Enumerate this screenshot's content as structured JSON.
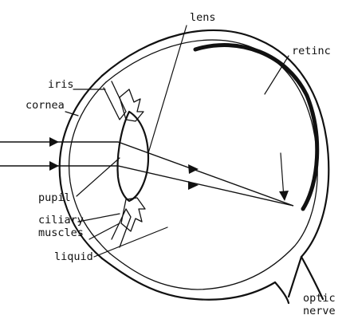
{
  "labels": {
    "lens": "lens",
    "retina": "retinc",
    "iris": "iris",
    "cornea": "cornea",
    "pupil": "pupil",
    "ciliary_muscles_line1": "ciliary",
    "ciliary_muscles_line2": "muscles",
    "liquid": "liquid",
    "optic_nerve_line1": "optic",
    "optic_nerve_line2": "nerve"
  }
}
